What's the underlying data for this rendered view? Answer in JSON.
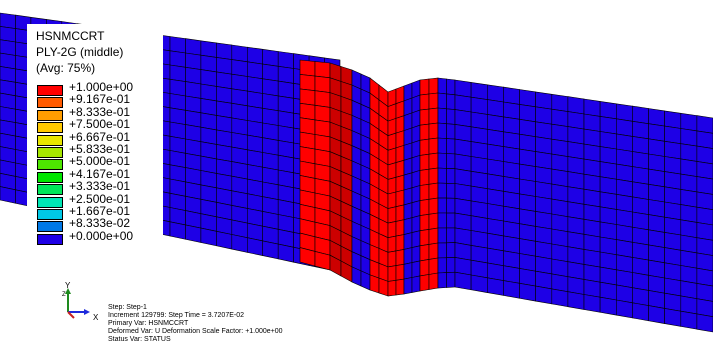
{
  "legend": {
    "title": "HSNMCCRT",
    "subtitle": "PLY-2G (middle)",
    "averaging": "(Avg: 75%)",
    "entries": [
      {
        "label": "+1.000e+00",
        "color": "#ff0000"
      },
      {
        "label": "+9.167e-01",
        "color": "#ff5a00"
      },
      {
        "label": "+8.333e-01",
        "color": "#ff9d00"
      },
      {
        "label": "+7.500e-01",
        "color": "#ffc900"
      },
      {
        "label": "+6.667e-01",
        "color": "#e8e600"
      },
      {
        "label": "+5.833e-01",
        "color": "#a6e600"
      },
      {
        "label": "+5.000e-01",
        "color": "#4de600"
      },
      {
        "label": "+4.167e-01",
        "color": "#00e600"
      },
      {
        "label": "+3.333e-01",
        "color": "#00e65a"
      },
      {
        "label": "+2.500e-01",
        "color": "#00e6b4"
      },
      {
        "label": "+1.667e-01",
        "color": "#00c8e6"
      },
      {
        "label": "+8.333e-02",
        "color": "#0078e6"
      },
      {
        "label": "+0.000e+00",
        "color": "#1e00e6"
      }
    ]
  },
  "triad": {
    "x_label": "X",
    "y_label": "Y",
    "z_label": "Z"
  },
  "info": {
    "step": "Step: Step-1",
    "increment": "Increment    129799: Step Time =    3.7207E-02",
    "primary_var": "Primary Var: HSNMCCRT",
    "deformed_var": "Deformed Var: U    Deformation Scale Factor: +1.000e+00",
    "status_var": "Status Var: STATUS"
  },
  "colors": {
    "mesh_blue": "#1e00e6",
    "mesh_red": "#ff0000",
    "mesh_dark_red": "#cc0000",
    "mesh_lines": "#000000"
  }
}
